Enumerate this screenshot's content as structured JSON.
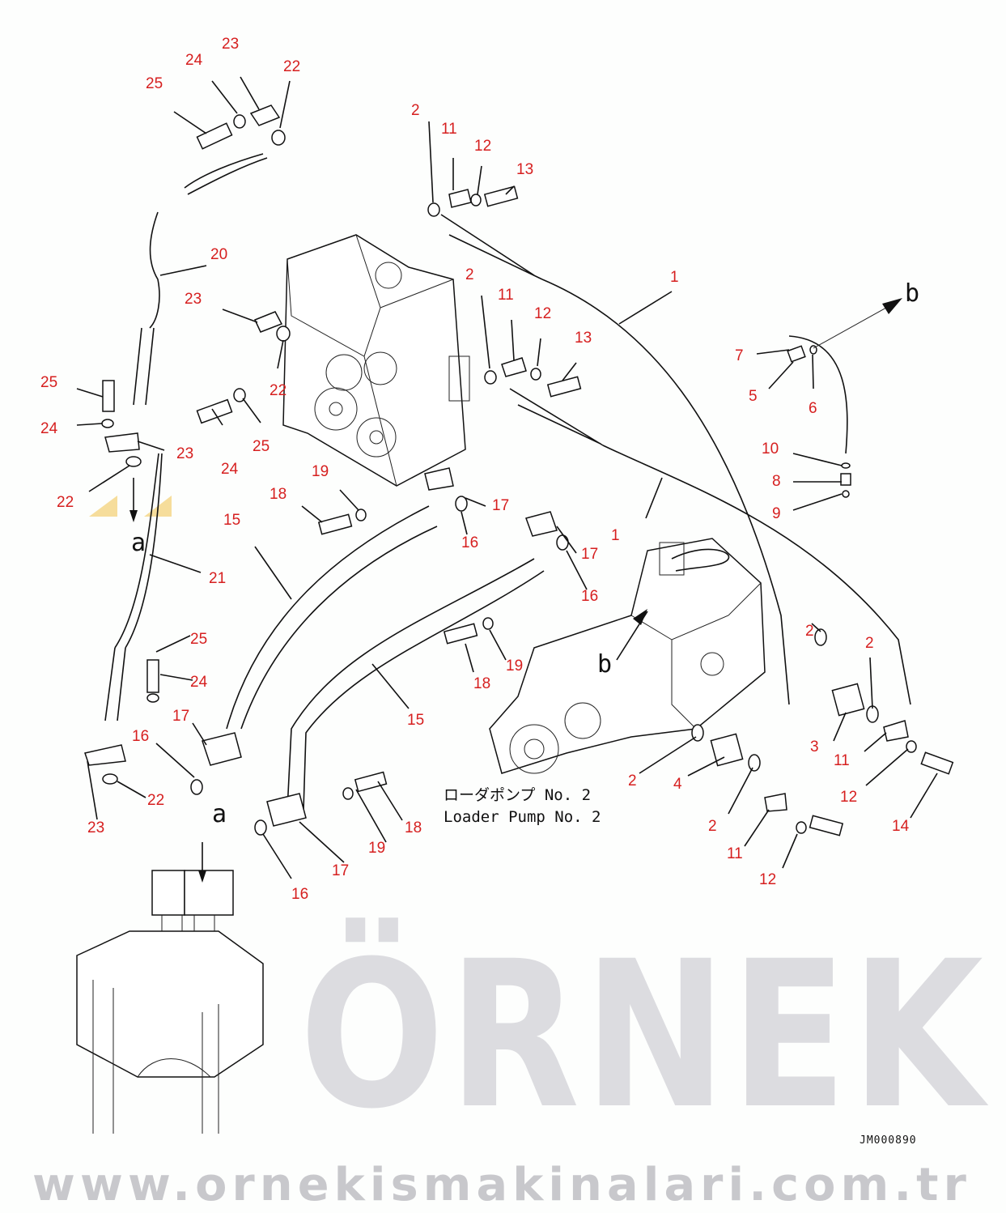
{
  "diagram": {
    "title_jp": "ローダポンプ No. 2",
    "title_en": "Loader Pump No. 2",
    "drawing_number": "JM000890",
    "reference_marks": [
      "a",
      "b"
    ],
    "watermark": {
      "brand": "ÖRNEK",
      "url": "www.ornekismakinalari.com.tr"
    },
    "colors": {
      "callout": "#d61f1f",
      "line": "#111111",
      "watermark": "#dcdce0",
      "watermark_accent": "#f5d78a"
    },
    "callouts": [
      {
        "id": "c1",
        "label": "22"
      },
      {
        "id": "c2",
        "label": "23"
      },
      {
        "id": "c3",
        "label": "24"
      },
      {
        "id": "c4",
        "label": "25"
      },
      {
        "id": "c5",
        "label": "20"
      },
      {
        "id": "c6",
        "label": "23"
      },
      {
        "id": "c7",
        "label": "22"
      },
      {
        "id": "c8",
        "label": "25"
      },
      {
        "id": "c9",
        "label": "24"
      },
      {
        "id": "c10",
        "label": "25"
      },
      {
        "id": "c11",
        "label": "24"
      },
      {
        "id": "c12",
        "label": "23"
      },
      {
        "id": "c13",
        "label": "22"
      },
      {
        "id": "c14",
        "label": "21"
      },
      {
        "id": "c15",
        "label": "2"
      },
      {
        "id": "c16",
        "label": "11"
      },
      {
        "id": "c17",
        "label": "12"
      },
      {
        "id": "c18",
        "label": "13"
      },
      {
        "id": "c19",
        "label": "2"
      },
      {
        "id": "c20",
        "label": "11"
      },
      {
        "id": "c21",
        "label": "12"
      },
      {
        "id": "c22",
        "label": "13"
      },
      {
        "id": "c23",
        "label": "1"
      },
      {
        "id": "c24",
        "label": "1"
      },
      {
        "id": "c25",
        "label": "7"
      },
      {
        "id": "c26",
        "label": "5"
      },
      {
        "id": "c27",
        "label": "6"
      },
      {
        "id": "c28",
        "label": "10"
      },
      {
        "id": "c29",
        "label": "8"
      },
      {
        "id": "c30",
        "label": "9"
      },
      {
        "id": "c31",
        "label": "19"
      },
      {
        "id": "c32",
        "label": "18"
      },
      {
        "id": "c33",
        "label": "17"
      },
      {
        "id": "c34",
        "label": "16"
      },
      {
        "id": "c35",
        "label": "15"
      },
      {
        "id": "c36",
        "label": "17"
      },
      {
        "id": "c37",
        "label": "16"
      },
      {
        "id": "c38",
        "label": "18"
      },
      {
        "id": "c39",
        "label": "19"
      },
      {
        "id": "c40",
        "label": "15"
      },
      {
        "id": "c41",
        "label": "25"
      },
      {
        "id": "c42",
        "label": "24"
      },
      {
        "id": "c43",
        "label": "17"
      },
      {
        "id": "c44",
        "label": "16"
      },
      {
        "id": "c45",
        "label": "22"
      },
      {
        "id": "c46",
        "label": "23"
      },
      {
        "id": "c47",
        "label": "18"
      },
      {
        "id": "c48",
        "label": "19"
      },
      {
        "id": "c49",
        "label": "17"
      },
      {
        "id": "c50",
        "label": "16"
      },
      {
        "id": "c51",
        "label": "2"
      },
      {
        "id": "c52",
        "label": "2"
      },
      {
        "id": "c53",
        "label": "3"
      },
      {
        "id": "c54",
        "label": "2"
      },
      {
        "id": "c55",
        "label": "4"
      },
      {
        "id": "c56",
        "label": "2"
      },
      {
        "id": "c57",
        "label": "11"
      },
      {
        "id": "c58",
        "label": "12"
      },
      {
        "id": "c59",
        "label": "11"
      },
      {
        "id": "c60",
        "label": "12"
      },
      {
        "id": "c61",
        "label": "14"
      }
    ]
  }
}
